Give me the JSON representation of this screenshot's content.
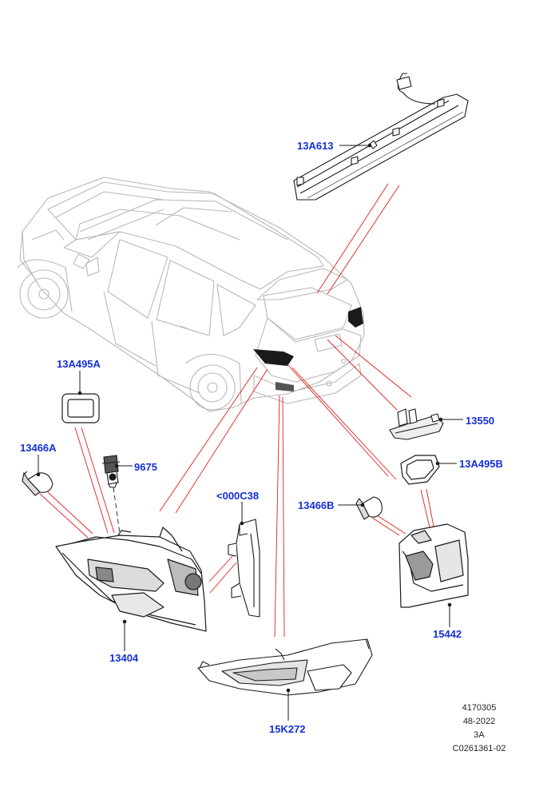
{
  "diagram": {
    "callouts": {
      "top_light": "13A613",
      "gasket_left": "13A495A",
      "bulb_left": "13466A",
      "bulb_holder": "9675",
      "bracket": "<000C38",
      "bulb_right": "13466B",
      "lamp_left": "13404",
      "reflector": "15K272",
      "plate_lamp": "13550",
      "gasket_right": "13A495B",
      "lamp_right": "15442"
    }
  },
  "footer": {
    "line1": "4170305",
    "line2": "48-2022",
    "line3": "3A",
    "line4": "C0261361-02"
  },
  "colors": {
    "callout": "#1430d6",
    "leader_red": "#e0201c",
    "outline": "#1a1a1a",
    "vehicle_outline": "#b8b8b8"
  }
}
